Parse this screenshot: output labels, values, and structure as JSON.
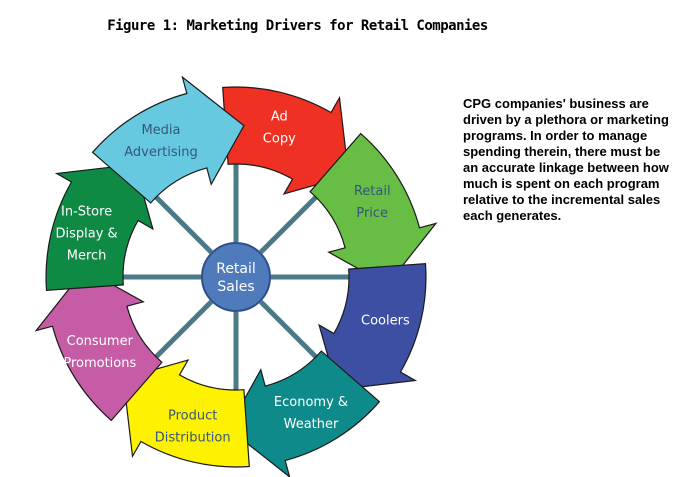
{
  "title": "Figure 1: Marketing Drivers for Retail Companies",
  "center_label": [
    "Retail",
    "Sales"
  ],
  "segments": [
    {
      "name": "ad-copy",
      "lines": [
        "Ad",
        "Copy"
      ],
      "color": "#ee3123",
      "text_color": "#ffffff"
    },
    {
      "name": "retail-price",
      "lines": [
        "Retail",
        "Price"
      ],
      "color": "#68bd45",
      "text_color": "#35587a"
    },
    {
      "name": "coolers",
      "lines": [
        "Coolers"
      ],
      "color": "#3c4fa3",
      "text_color": "#ffffff"
    },
    {
      "name": "economy-weather",
      "lines": [
        "Economy &",
        "Weather"
      ],
      "color": "#0f8a8a",
      "text_color": "#ffffff"
    },
    {
      "name": "product-distribution",
      "lines": [
        "Product",
        "Distribution"
      ],
      "color": "#fff200",
      "text_color": "#35587a"
    },
    {
      "name": "consumer-promotions",
      "lines": [
        "Consumer",
        "Promotions"
      ],
      "color": "#c65ca6",
      "text_color": "#ffffff"
    },
    {
      "name": "in-store-display",
      "lines": [
        "In-Store",
        "Display &",
        "Merch"
      ],
      "color": "#0f8a45",
      "text_color": "#ffffff"
    },
    {
      "name": "media-advertising",
      "lines": [
        "Media",
        "Advertising"
      ],
      "color": "#66c9e0",
      "text_color": "#35587a"
    }
  ],
  "description": "CPG companies' business are driven by a plethora or marketing programs. In order to manage spending therein, there must be an accurate linkage between how much is spent on each program relative to the incremental sales each generates.",
  "colors": {
    "spoke": "#4a7a88",
    "center_fill": "#4f7bbd",
    "center_stroke": "#2d4f8a",
    "outline": "#1a1a1a"
  }
}
